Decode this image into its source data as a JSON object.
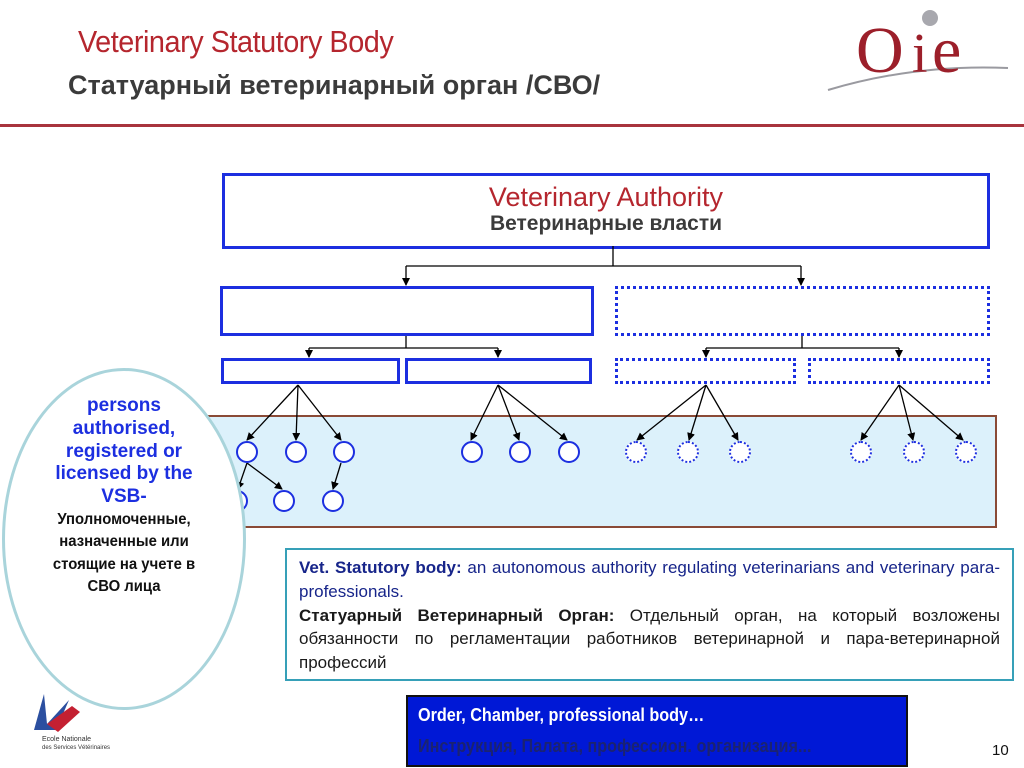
{
  "header": {
    "title_en": "Veterinary Statutory Body",
    "title_ru": "Статуарный ветеринарный орган /СВО/"
  },
  "logo": {
    "text": "OIE"
  },
  "authority": {
    "title_en": "Veterinary Authority",
    "title_ru": "Ветеринарные власти"
  },
  "persons": {
    "text_en": "persons authorised, registered or licensed by the VSB-",
    "text_ru": "Уполномоченные, назначенные или стоящие на учете в СВО лица"
  },
  "definition": {
    "en_term": "Vet. Statutory body:",
    "en_body": " an autonomous authority regulating veterinarians and veterinary para-professionals.",
    "ru_term": "Статуарный Ветеринарный Орган:",
    "ru_body": " Отдельный орган, на который возложены обязанности по регламентации работников ветеринарной и пара-ветеринарной профессий"
  },
  "order": {
    "en": "Order, Chamber, professional body…",
    "ru": "Инструкция, Палата, профессион. организация..."
  },
  "school_logo": {
    "line1": "Ecole Nationale",
    "line2": "des Services Vétérinaires"
  },
  "page_number": "10",
  "colors": {
    "accent_red": "#b5262e",
    "line_blue": "#1c2fe0",
    "panel_fill": "#dcf1fb",
    "order_fill": "#0018d6"
  }
}
